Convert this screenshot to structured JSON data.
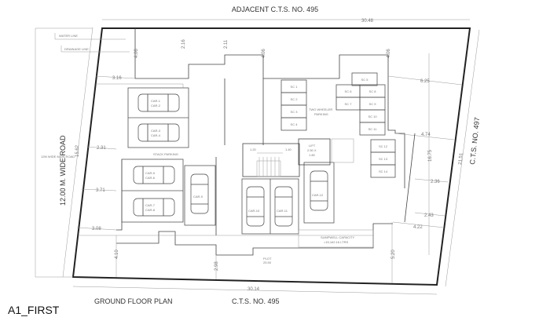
{
  "drawing": {
    "title_adjacent_top": "ADJACENT C.T.S. NO. 495",
    "title_bottom": "C.T.S. NO. 495",
    "title_right": "C.T.S. NO. 497",
    "road": "12.00 M. WIDE ROAD",
    "road_small": "12M WIDE MAIN ROAD",
    "plan_name": "GROUND FLOOR PLAN",
    "sheet": "A1_FIRST",
    "legend": {
      "water": "WATER LINE",
      "drainage": "DRAINAGE LINE"
    },
    "stack_parking": "STACK PARKING",
    "two_wheeler": [
      "TWO WHEELER",
      "PARKING"
    ],
    "lift": [
      "LIFT",
      "2.50 X",
      "1.80"
    ],
    "sumpwell": [
      "SUMPWELL CAPACITY",
      "=15,162.16 LTRS"
    ],
    "plot": [
      "PLOT",
      "25.50"
    ],
    "cars": [
      "CAR-1",
      "CAR-2",
      "CAR-3",
      "CAR-4",
      "CAR-5",
      "CAR-6",
      "CAR-7",
      "CAR-8",
      "CAR-9",
      "CAR-10",
      "CAR-11",
      "CAR-12"
    ],
    "scooters": [
      "SC 1",
      "SC 2",
      "SC 3",
      "SC 4",
      "SC 5",
      "SC 6",
      "SC 7",
      "SC 8",
      "SC 9",
      "SC 10",
      "SC 11",
      "SC 12",
      "SC 13",
      "SC 14"
    ],
    "dims": {
      "top": "30.48",
      "bottom": "30.14",
      "d316": "3.16",
      "d231": "2.31",
      "d371": "3.71",
      "d308": "3.08",
      "d410": "4.10",
      "d298": "2.98",
      "d520": "5.20",
      "d422": "4.22",
      "d243": "2.43",
      "d236": "2.36",
      "d474": "4.74",
      "d1675": "16.75",
      "d2151": "21.51",
      "d625": "6.25",
      "d406a": "4.06",
      "d216": "2.16",
      "d211": "2.11",
      "d406b": "4.06",
      "d406c": "4.06",
      "d1562": "15.62",
      "d120": "1.20",
      "d140": "1.40"
    }
  }
}
